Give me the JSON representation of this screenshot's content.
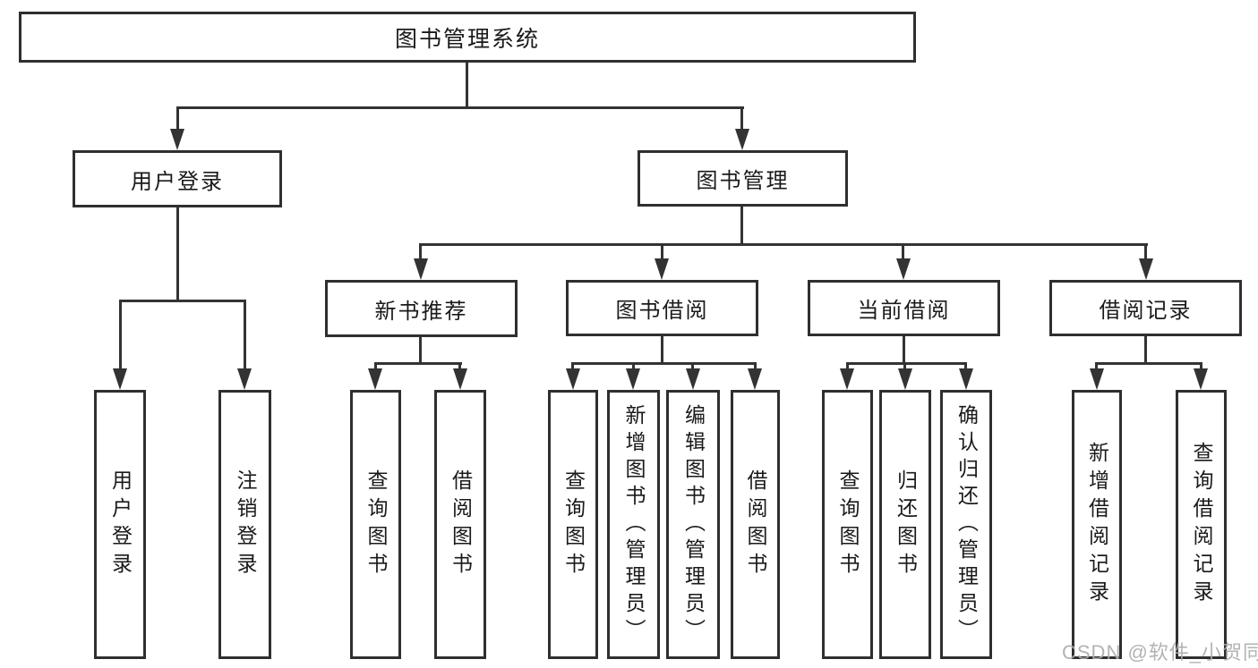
{
  "diagram": {
    "type": "tree",
    "root": "图书管理系统",
    "branches": [
      {
        "label": "用户登录",
        "children": [
          {
            "label": "用户登录"
          },
          {
            "label": "注销登录"
          }
        ]
      },
      {
        "label": "图书管理",
        "children": [
          {
            "label": "新书推荐",
            "children": [
              {
                "label": "查询图书"
              },
              {
                "label": "借阅图书"
              }
            ]
          },
          {
            "label": "图书借阅",
            "children": [
              {
                "label": "查询图书"
              },
              {
                "label": "新增图书（管理员）"
              },
              {
                "label": "编辑图书（管理员）"
              },
              {
                "label": "借阅图书"
              }
            ]
          },
          {
            "label": "当前借阅",
            "children": [
              {
                "label": "查询图书"
              },
              {
                "label": "归还图书"
              },
              {
                "label": "确认归还（管理员）"
              }
            ]
          },
          {
            "label": "借阅记录",
            "children": [
              {
                "label": "新增借阅记录"
              },
              {
                "label": "查询借阅记录"
              }
            ]
          }
        ]
      }
    ]
  },
  "watermark": "CSDN @软件_小贺同学",
  "colors": {
    "line": "#333333",
    "box_border": "#2f2f2f",
    "text": "#1a1a1a",
    "background": "#ffffff",
    "watermark": "#acacac"
  }
}
